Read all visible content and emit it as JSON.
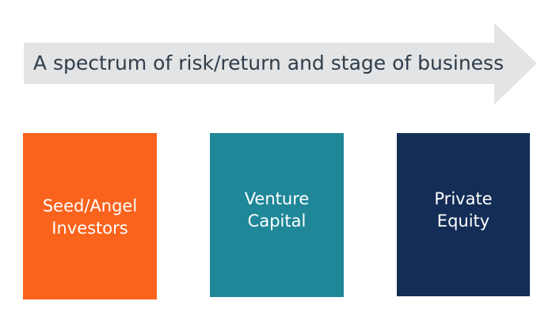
{
  "arrow": {
    "label": "A spectrum of risk/return and stage of business",
    "color": "#e2e4e6"
  },
  "stages": [
    {
      "line1": "Seed/Angel",
      "line2": "Investors",
      "color": "#fa631c"
    },
    {
      "line1": "Venture",
      "line2": "Capital",
      "color": "#1f8798"
    },
    {
      "line1": "Private",
      "line2": "Equity",
      "color": "#142d56"
    }
  ]
}
